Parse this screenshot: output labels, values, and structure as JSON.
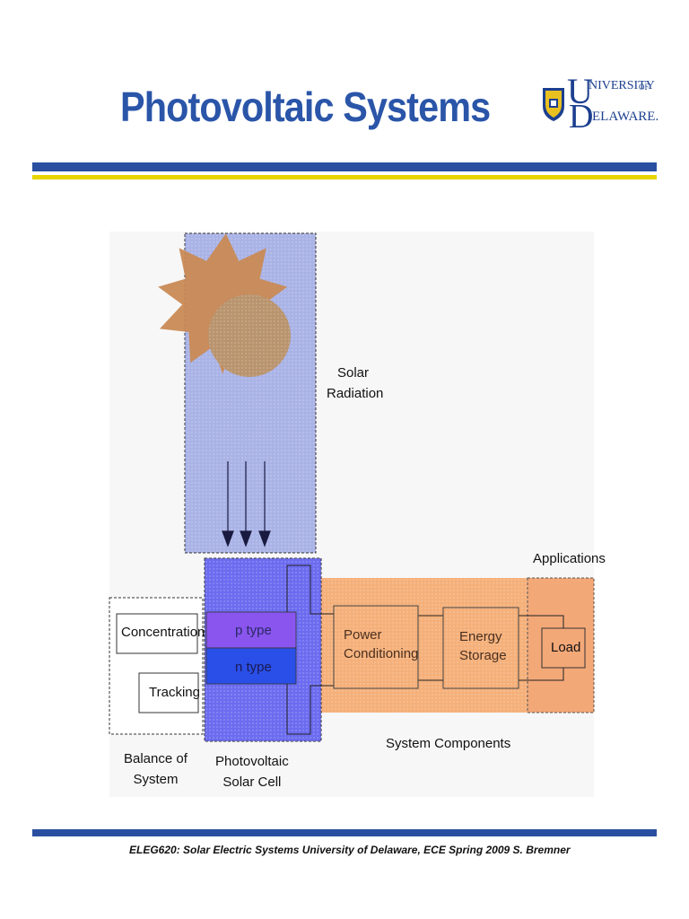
{
  "header": {
    "title": "Photovoltaic Systems",
    "logo": {
      "line1_big": "U",
      "line1_rest": "NIVERSITY",
      "line1_of": "OF",
      "line2_big": "D",
      "line2_rest": "ELAWARE."
    }
  },
  "colors": {
    "title_blue": "#2a55a8",
    "rule_blue": "#2a4fa0",
    "rule_yellow": "#e8d500",
    "solar_region": "#a9b3e6",
    "sun_orange": "#c98a55",
    "cell_region": "#6c6cf0",
    "p_type": "#8a55ee",
    "n_type": "#2a4fe8",
    "system_components": "#f5b07a"
  },
  "diagram": {
    "solar_radiation": [
      "Solar",
      "Radiation"
    ],
    "applications": "Applications",
    "balance_of_system": [
      "Balance of",
      "System"
    ],
    "photovoltaic_cell": [
      "Photovoltaic",
      "Solar Cell"
    ],
    "system_components": "System Components",
    "concentration": "Concentration",
    "tracking": "Tracking",
    "p_type": "p type",
    "n_type": "n type",
    "power_conditioning": [
      "Power",
      "Conditioning"
    ],
    "energy_storage": [
      "Energy",
      "Storage"
    ],
    "load": "Load"
  },
  "footer": {
    "text": "ELEG620: Solar Electric Systems  University of Delaware, ECE Spring 2009  S. Bremner"
  }
}
